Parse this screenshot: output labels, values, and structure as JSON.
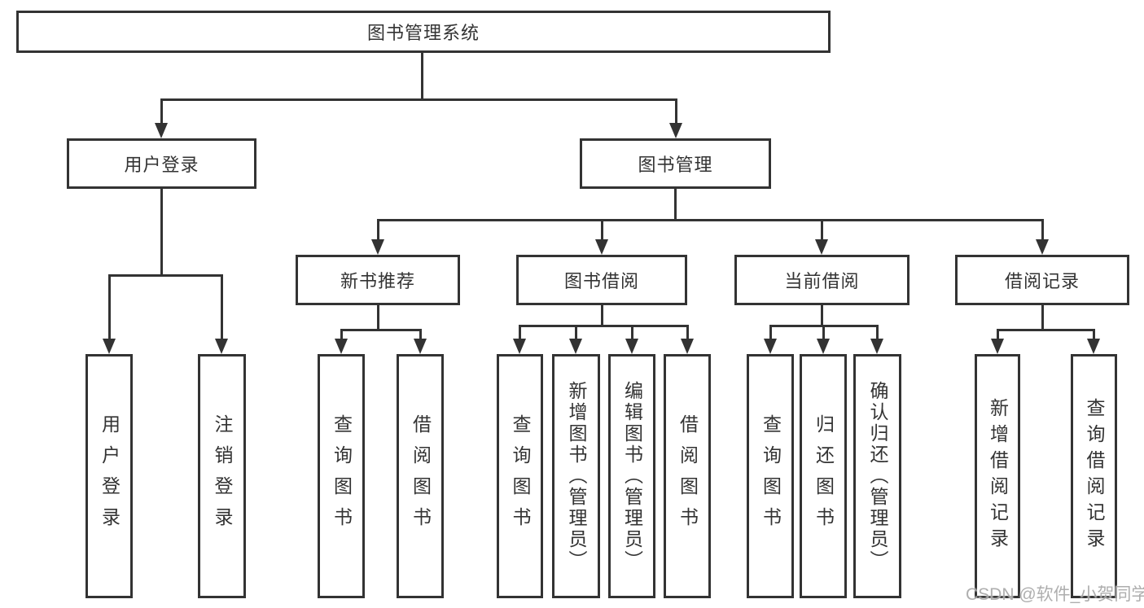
{
  "diagram_title": "图书管理系统",
  "nodes": {
    "root": {
      "label": "图书管理系统"
    },
    "level2": [
      {
        "id": "user-login",
        "label": "用户登录"
      },
      {
        "id": "book-management",
        "label": "图书管理"
      }
    ],
    "level3": [
      {
        "id": "new-book-recommend",
        "parent": "book-management",
        "label": "新书推荐"
      },
      {
        "id": "book-borrowing",
        "parent": "book-management",
        "label": "图书借阅"
      },
      {
        "id": "current-borrowing",
        "parent": "book-management",
        "label": "当前借阅"
      },
      {
        "id": "borrowing-records",
        "parent": "book-management",
        "label": "借阅记录"
      }
    ],
    "leaves": [
      {
        "parent": "user-login",
        "label": "用户登录"
      },
      {
        "parent": "user-login",
        "label": "注销登录"
      },
      {
        "parent": "new-book-recommend",
        "label": "查询图书"
      },
      {
        "parent": "new-book-recommend",
        "label": "借阅图书"
      },
      {
        "parent": "book-borrowing",
        "label": "查询图书"
      },
      {
        "parent": "book-borrowing",
        "label": "新增图书（管理员）"
      },
      {
        "parent": "book-borrowing",
        "label": "编辑图书（管理员）"
      },
      {
        "parent": "book-borrowing",
        "label": "借阅图书"
      },
      {
        "parent": "current-borrowing",
        "label": "查询图书"
      },
      {
        "parent": "current-borrowing",
        "label": "归还图书"
      },
      {
        "parent": "current-borrowing",
        "label": "确认归还（管理员）"
      },
      {
        "parent": "borrowing-records",
        "label": "新增借阅记录"
      },
      {
        "parent": "borrowing-records",
        "label": "查询借阅记录"
      }
    ]
  },
  "watermark": "CSDN @软件_小贺同学",
  "colors": {
    "line": "#333333",
    "text": "#333333",
    "watermark": "#a0a0a0",
    "background": "#ffffff"
  }
}
